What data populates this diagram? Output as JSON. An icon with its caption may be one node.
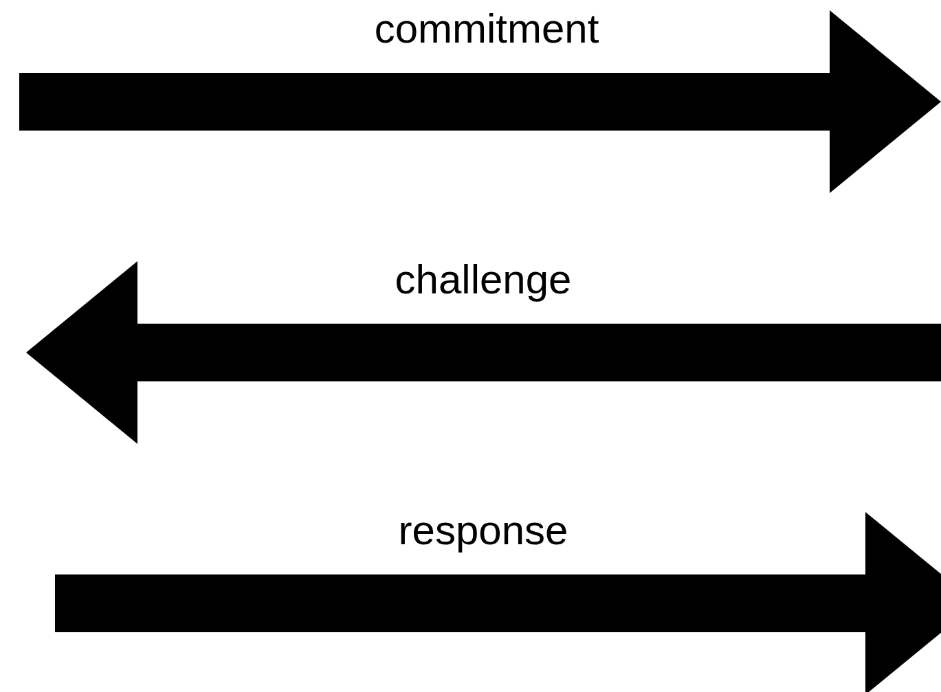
{
  "diagram": {
    "labels": [
      "commitment",
      "challenge",
      "response"
    ]
  }
}
